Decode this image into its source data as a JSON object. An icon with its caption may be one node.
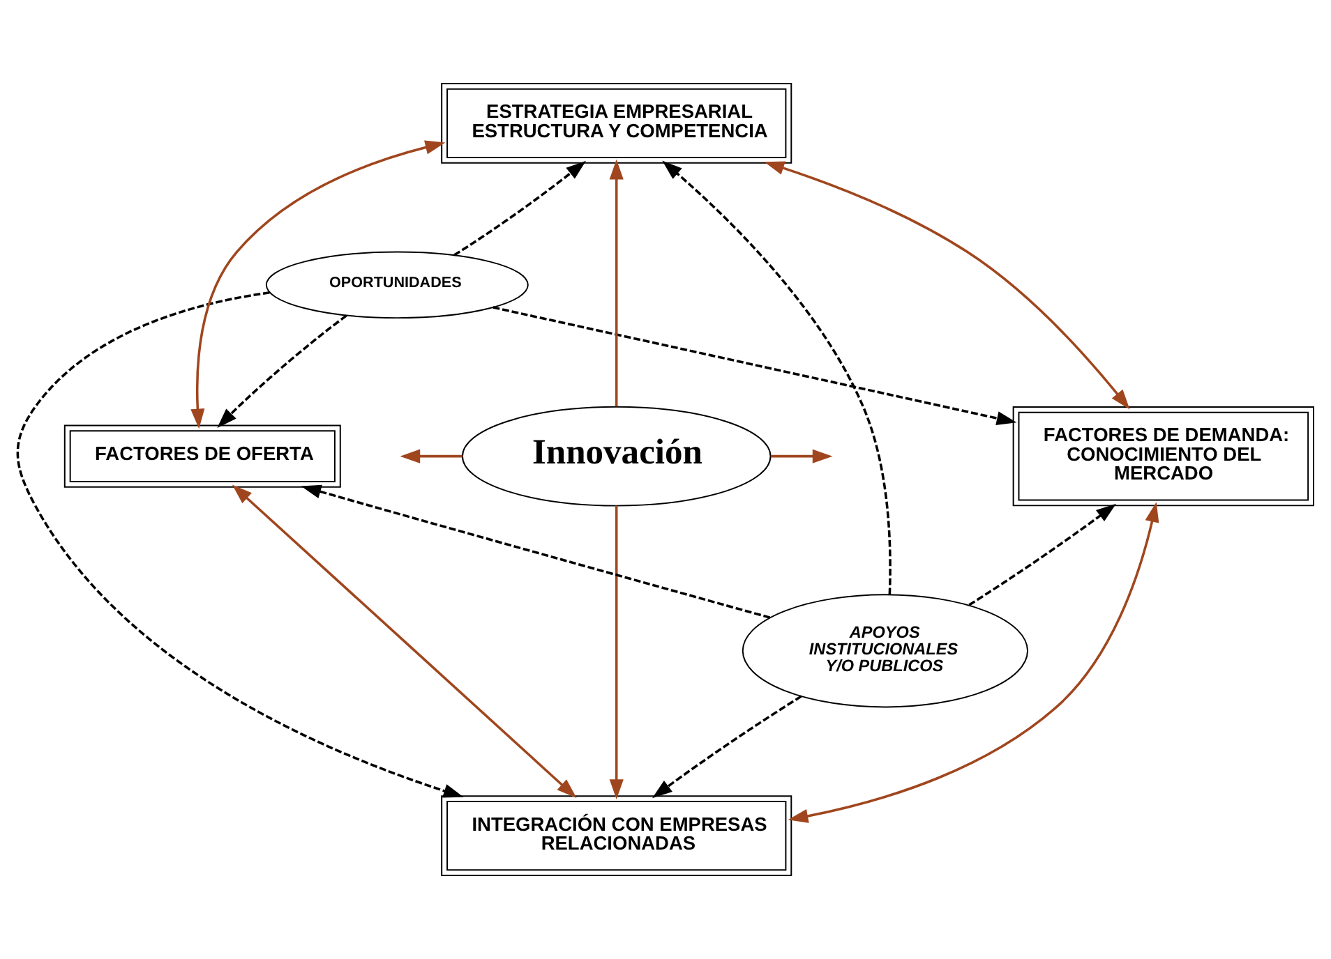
{
  "diagram": {
    "nodes": [
      {
        "text": [
          "ESTRATEGIA EMPRESARIAL ESTRUCTURA Y COMPETENCIA"
        ]
      },
      {
        "text": [
          "OPORTUNIDADES"
        ]
      },
      {
        "text": [
          "FACTORES DE OFERTA"
        ]
      },
      {
        "text": [
          "Innovación"
        ]
      },
      {
        "text": [
          "FACTORES DE DEMANDA: CONOCIMIENTO DEL MERCADO"
        ]
      },
      {
        "text": [
          "APOYOS INSTITUCIONALES Y/O PUBLICOS"
        ]
      },
      {
        "text": [
          "INTEGRACIÓN CON EMPRESAS RELACIONADAS"
        ]
      }
    ],
    "edges": [
      {
        "from": 3,
        "to": 0,
        "arrow": "to",
        "color": "#a0461e"
      },
      {
        "from": 3,
        "to": 6,
        "arrow": "to",
        "color": "#a0461e"
      },
      {
        "from": 3,
        "to": null,
        "arrow": "to",
        "color": "#a0461e"
      },
      {
        "from": 3,
        "to": null,
        "arrow": "to",
        "color": "#a0461e"
      },
      {
        "from": 2,
        "to": 0,
        "arrow": "both",
        "color": "#a0461e"
      },
      {
        "from": 4,
        "to": 0,
        "arrow": "both",
        "color": "#a0461e"
      },
      {
        "from": 2,
        "to": 6,
        "arrow": "both",
        "color": "#a0461e"
      },
      {
        "from": 4,
        "to": 6,
        "arrow": "both",
        "color": "#a0461e"
      },
      {
        "from": 1,
        "to": 0,
        "arrow": "to",
        "style": "dashed",
        "color": "#000000"
      },
      {
        "from": 1,
        "to": 2,
        "arrow": "to",
        "style": "dashed",
        "color": "#000000"
      },
      {
        "from": 1,
        "to": 4,
        "arrow": "to",
        "style": "dashed",
        "color": "#000000"
      },
      {
        "from": 1,
        "to": 6,
        "arrow": "to",
        "style": "dashed",
        "color": "#000000"
      },
      {
        "from": 5,
        "to": 0,
        "arrow": "to",
        "style": "dashed",
        "color": "#000000"
      },
      {
        "from": 5,
        "to": 4,
        "arrow": "to",
        "style": "dashed",
        "color": "#000000"
      },
      {
        "from": 5,
        "to": 2,
        "arrow": "to",
        "style": "dashed",
        "color": "#000000"
      },
      {
        "from": 5,
        "to": 6,
        "arrow": "to",
        "style": "dashed",
        "color": "#000000"
      }
    ]
  }
}
